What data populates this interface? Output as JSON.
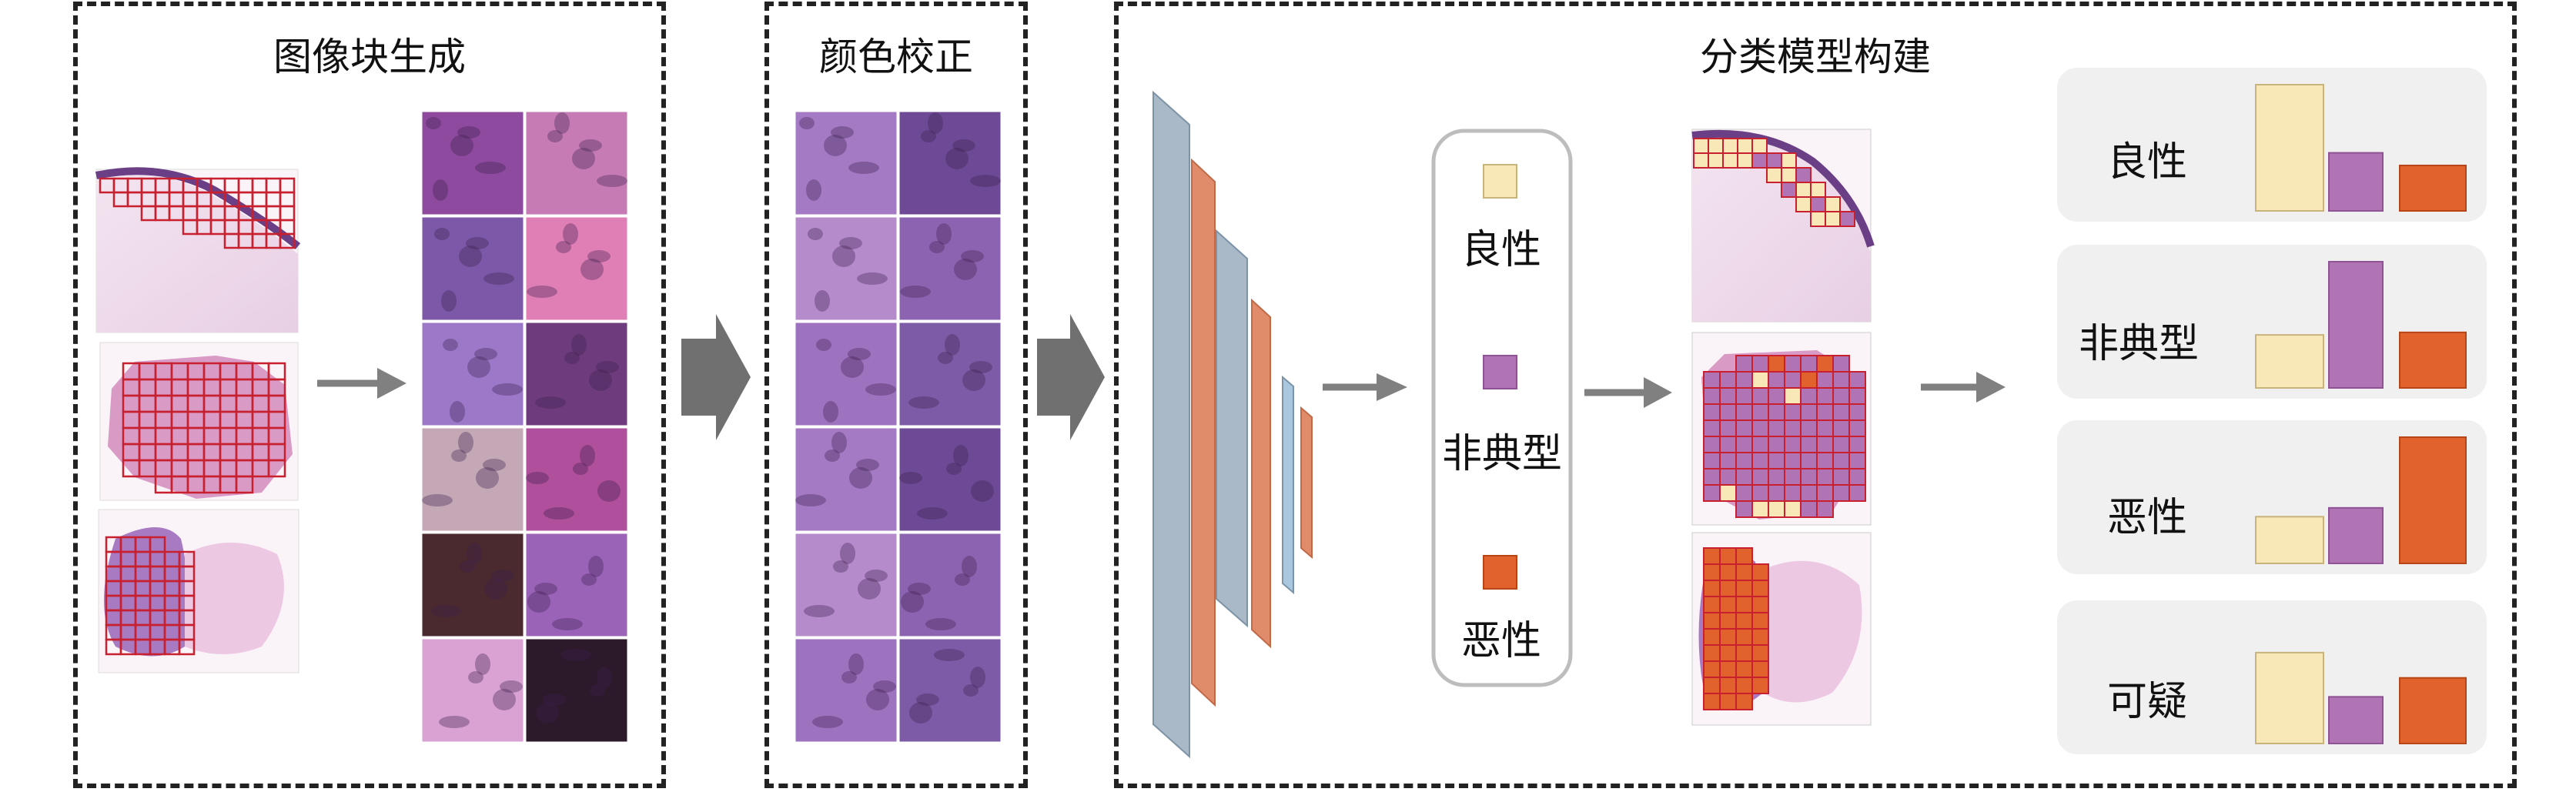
{
  "panels": {
    "patch_generation": {
      "title": "图像块生成"
    },
    "color_correction": {
      "title": "颜色校正"
    },
    "classification": {
      "title": "分类模型构建"
    }
  },
  "legend": {
    "items": [
      {
        "label": "良性",
        "color": "#F8E8B8"
      },
      {
        "label": "非典型",
        "color": "#B074B4"
      },
      {
        "label": "恶性",
        "color": "#E2622E"
      }
    ]
  },
  "result_cards": [
    {
      "label": "良性",
      "bars": [
        1.0,
        0.46,
        0.36
      ]
    },
    {
      "label": "非典型",
      "bars": [
        0.42,
        1.0,
        0.44
      ]
    },
    {
      "label": "恶性",
      "bars": [
        0.37,
        0.44,
        1.0
      ]
    },
    {
      "label": "可疑",
      "bars": [
        0.72,
        0.37,
        0.52
      ]
    }
  ],
  "colors": {
    "benign": "#F8E8B8",
    "atypical": "#B074B4",
    "malignant": "#E2622E",
    "grid_line": "#C8202E",
    "layer_blue": "#A9B9C7",
    "layer_orange": "#E08C6A",
    "arrow_gray": "#808080"
  }
}
